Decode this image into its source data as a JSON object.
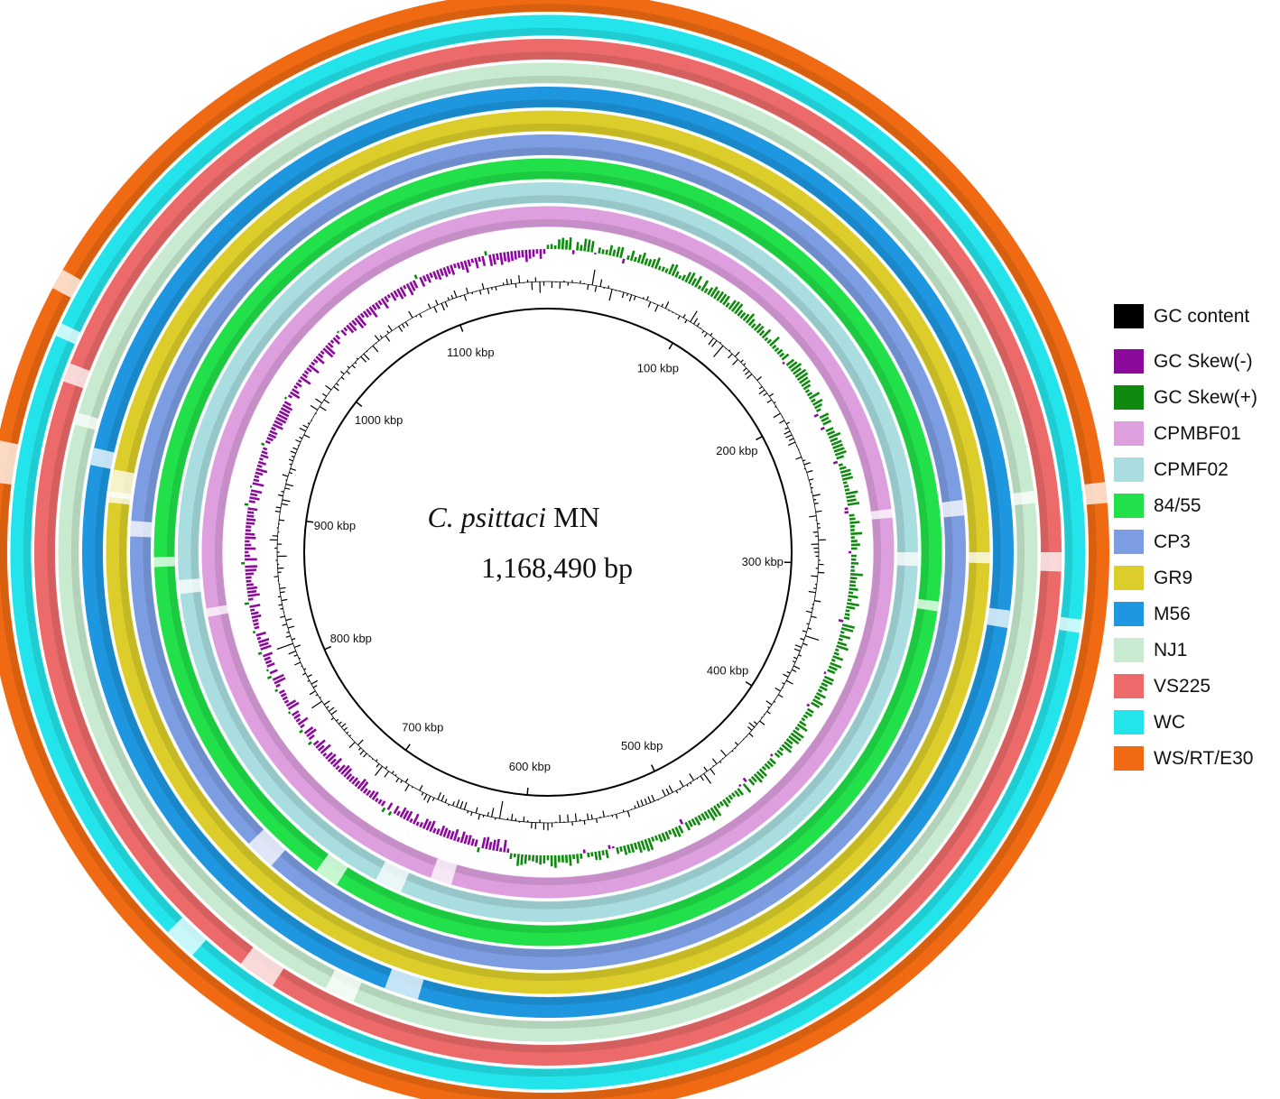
{
  "title": {
    "species": "C. psittaci",
    "strain": "MN",
    "length_label": "1,168,490 bp"
  },
  "genome_length_bp": 1168490,
  "tick_labels": [
    "100 kbp",
    "200 kbp",
    "300 kbp",
    "400 kbp",
    "500 kbp",
    "600 kbp",
    "700 kbp",
    "800 kbp",
    "900 kbp",
    "1000 kbp",
    "1100 kbp"
  ],
  "gc_skew_colors": {
    "negative": "#8b0a9c",
    "positive": "#0f8a0f"
  },
  "gc_content_color": "#000000",
  "rings": [
    {
      "name": "CPMBF01",
      "color": "#dd9fdd"
    },
    {
      "name": "CPMF02",
      "color": "#a9dde0"
    },
    {
      "name": "84/55",
      "color": "#22e04a"
    },
    {
      "name": "CP3",
      "color": "#7c9de2"
    },
    {
      "name": "GR9",
      "color": "#dccd2a"
    },
    {
      "name": "M56",
      "color": "#1e97e0"
    },
    {
      "name": "NJ1",
      "color": "#c8ead0"
    },
    {
      "name": "VS225",
      "color": "#ec6a6a"
    },
    {
      "name": "WC",
      "color": "#22e4ea"
    },
    {
      "name": "WS/RT/E30",
      "color": "#ef6a12"
    }
  ],
  "legend": [
    {
      "label": "GC content",
      "color": "#000000"
    },
    {
      "label": "GC Skew(-)",
      "color": "#8b0a9c"
    },
    {
      "label": "GC Skew(+)",
      "color": "#0f8a0f"
    },
    {
      "label": "CPMBF01",
      "color": "#dd9fdd"
    },
    {
      "label": "CPMF02",
      "color": "#a9dde0"
    },
    {
      "label": "84/55",
      "color": "#22e04a"
    },
    {
      "label": "CP3",
      "color": "#7c9de2"
    },
    {
      "label": "GR9",
      "color": "#dccd2a"
    },
    {
      "label": "M56",
      "color": "#1e97e0"
    },
    {
      "label": "NJ1",
      "color": "#c8ead0"
    },
    {
      "label": "VS225",
      "color": "#ec6a6a"
    },
    {
      "label": "WC",
      "color": "#22e4ea"
    },
    {
      "label": "WS/RT/E30",
      "color": "#ef6a12"
    }
  ]
}
